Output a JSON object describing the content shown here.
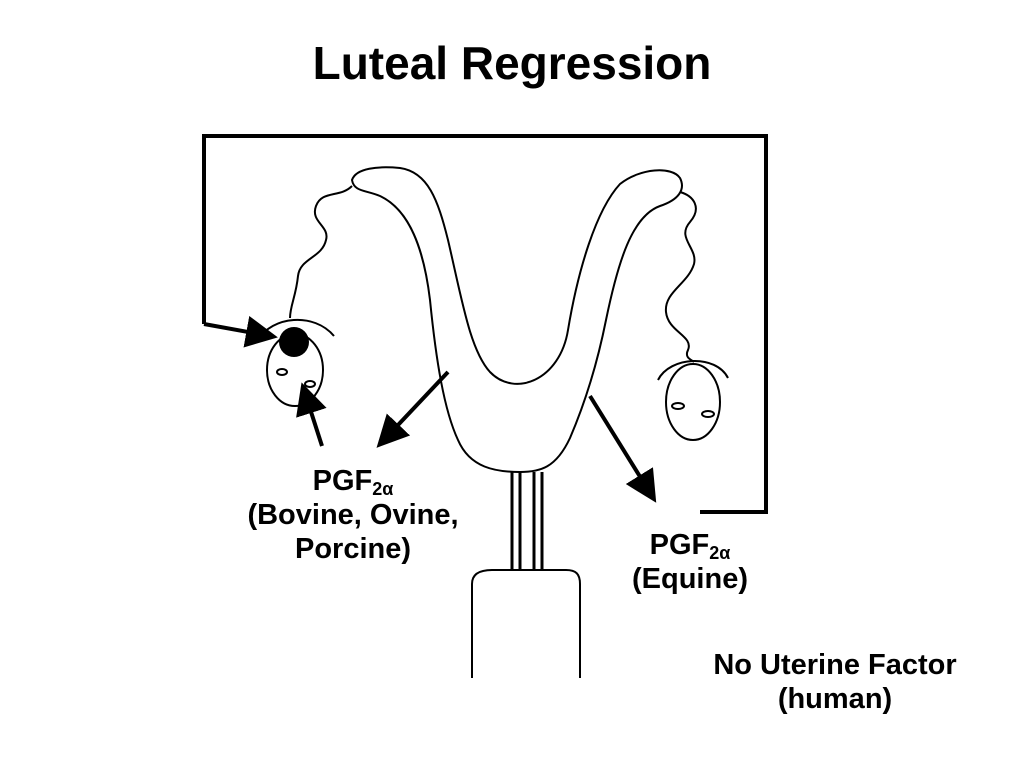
{
  "slide": {
    "title": "Luteal Regression"
  },
  "labels": {
    "left": {
      "hormone": "PGF",
      "hormone_subscript": "2α",
      "species_line1": "(Bovine, Ovine,",
      "species_line2": "Porcine)"
    },
    "right": {
      "hormone": "PGF",
      "hormone_subscript": "2α",
      "species": "(Equine)"
    },
    "human_note": {
      "line1": "No Uterine Factor",
      "line2": "(human)"
    }
  },
  "icons": {
    "left_ovary": "ovary-with-corpus-luteum-icon",
    "right_ovary": "ovary-icon",
    "uterus": "uterus-icon"
  },
  "colors": {
    "stroke": "#000000",
    "background": "#ffffff"
  }
}
